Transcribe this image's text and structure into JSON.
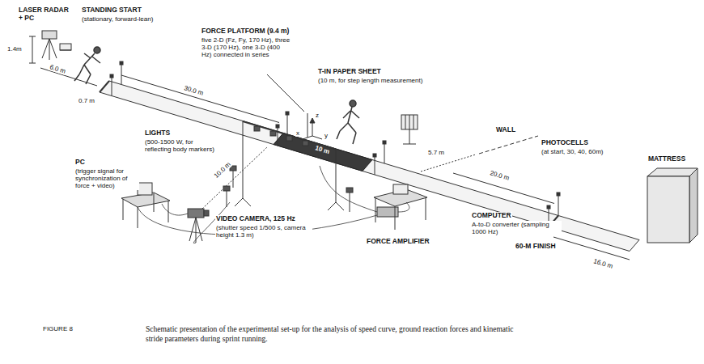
{
  "diagram": {
    "caption": "Schematic presentation of the experimental set-up for the analysis of speed curve, ground reaction forces and kinematic stride parameters during sprint running.",
    "labels": [
      "LASER RADAR + PC",
      "STANDING START",
      "(stationary, forward-lean)",
      "FORCE PLATFORM (9.4 m)",
      "five 2-D (Fz, Fy, 170 Hz), three 3-D (170 Hz), one 3-D (400 Hz) connected in series",
      "T-IN PAPER SHEET",
      "(10 m, for step length measurement)",
      "1.4m",
      "6.0 m",
      "0.7 m",
      "30.0 m",
      "z",
      "y",
      "x",
      "10 m",
      "5.7 m",
      "WALL",
      "PHOTOCELLS",
      "(at start, 30, 40, 60m)",
      "MATTRESS",
      "20.0 m",
      "16.0 m",
      "60-M FINISH",
      "LIGHTS",
      "(500-1500 W, for reflecting body markers)",
      "PC",
      "(trigger signal for synchronization of force + video)",
      "10.0 m",
      "VIDEO CAMERA, 125 Hz",
      "(shutter speed 1/500 s, camera height 1.3 m)",
      "COMPUTER",
      "A-to-D converter (sampling 1000 Hz)",
      "FORCE AMPLIFIER",
      "FIGURE 8"
    ]
  }
}
